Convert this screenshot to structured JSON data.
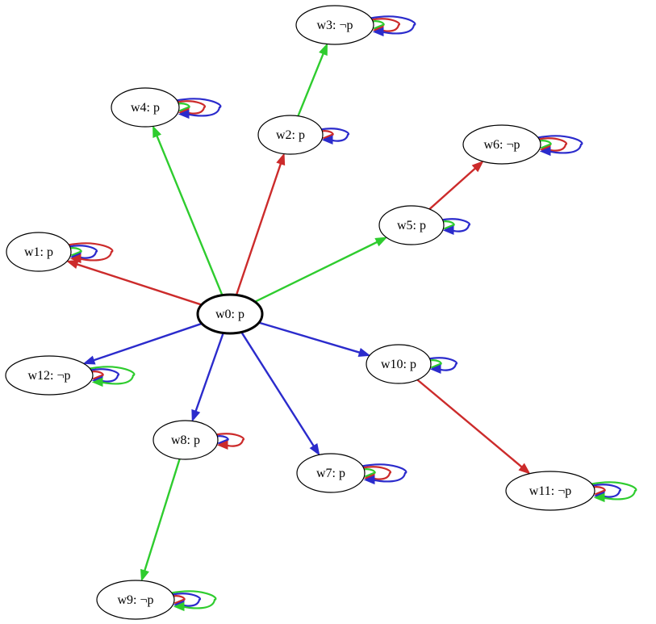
{
  "colors": {
    "red": "#cc2b2b",
    "green": "#2ecc2e",
    "blue": "#2b2bcc",
    "node_stroke": "#000000",
    "node_fill": "#ffffff"
  },
  "nodes": [
    {
      "id": "w0",
      "label": "w0: p",
      "initial": true,
      "loops": []
    },
    {
      "id": "w1",
      "label": "w1: p",
      "loops": [
        "green",
        "blue",
        "red"
      ]
    },
    {
      "id": "w2",
      "label": "w2: p",
      "loops": [
        "red",
        "blue"
      ]
    },
    {
      "id": "w3",
      "label": "w3: ¬p",
      "loops": [
        "green",
        "red",
        "blue"
      ]
    },
    {
      "id": "w4",
      "label": "w4: p",
      "loops": [
        "green",
        "red",
        "blue"
      ]
    },
    {
      "id": "w5",
      "label": "w5: p",
      "loops": [
        "green",
        "blue"
      ]
    },
    {
      "id": "w6",
      "label": "w6: ¬p",
      "loops": [
        "green",
        "red",
        "blue"
      ]
    },
    {
      "id": "w7",
      "label": "w7: p",
      "loops": [
        "green",
        "red",
        "blue"
      ]
    },
    {
      "id": "w8",
      "label": "w8: p",
      "loops": [
        "blue",
        "red"
      ]
    },
    {
      "id": "w9",
      "label": "w9: ¬p",
      "loops": [
        "red",
        "blue",
        "green"
      ]
    },
    {
      "id": "w10",
      "label": "w10: p",
      "loops": [
        "green",
        "blue"
      ]
    },
    {
      "id": "w11",
      "label": "w11: ¬p",
      "loops": [
        "red",
        "blue",
        "green"
      ]
    },
    {
      "id": "w12",
      "label": "w12: ¬p",
      "loops": [
        "red",
        "blue",
        "green"
      ]
    }
  ],
  "edges": [
    {
      "from": "w0",
      "to": "w1",
      "color": "red"
    },
    {
      "from": "w0",
      "to": "w2",
      "color": "red"
    },
    {
      "from": "w2",
      "to": "w3",
      "color": "green"
    },
    {
      "from": "w0",
      "to": "w4",
      "color": "green"
    },
    {
      "from": "w0",
      "to": "w5",
      "color": "green"
    },
    {
      "from": "w5",
      "to": "w6",
      "color": "red"
    },
    {
      "from": "w0",
      "to": "w7",
      "color": "blue"
    },
    {
      "from": "w0",
      "to": "w8",
      "color": "blue"
    },
    {
      "from": "w8",
      "to": "w9",
      "color": "green"
    },
    {
      "from": "w0",
      "to": "w10",
      "color": "blue"
    },
    {
      "from": "w10",
      "to": "w11",
      "color": "red"
    },
    {
      "from": "w0",
      "to": "w12",
      "color": "blue"
    }
  ]
}
